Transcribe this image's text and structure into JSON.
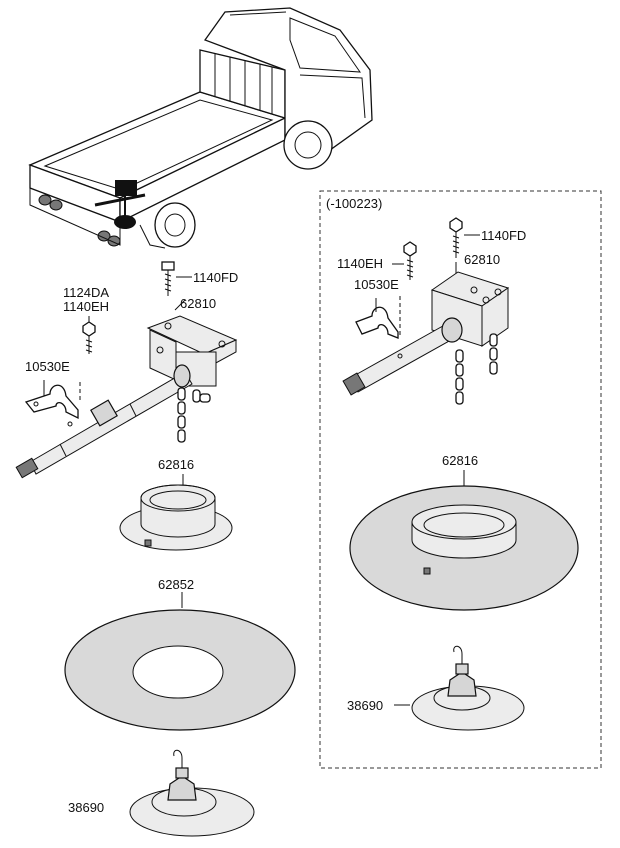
{
  "variant_box": {
    "label": "(-100223)"
  },
  "left_assembly": {
    "bolt_top": "1140FD",
    "carrier": "62810",
    "bolt_side_a": "1124DA",
    "bolt_side_b": "1140EH",
    "bracket": "10530E",
    "cover": "62816",
    "mat": "62852",
    "hook": "38690"
  },
  "right_assembly": {
    "bolt_top": "1140FD",
    "carrier": "62810",
    "bolt_side": "1140EH",
    "bracket": "10530E",
    "cover": "62816",
    "hook": "38690"
  }
}
